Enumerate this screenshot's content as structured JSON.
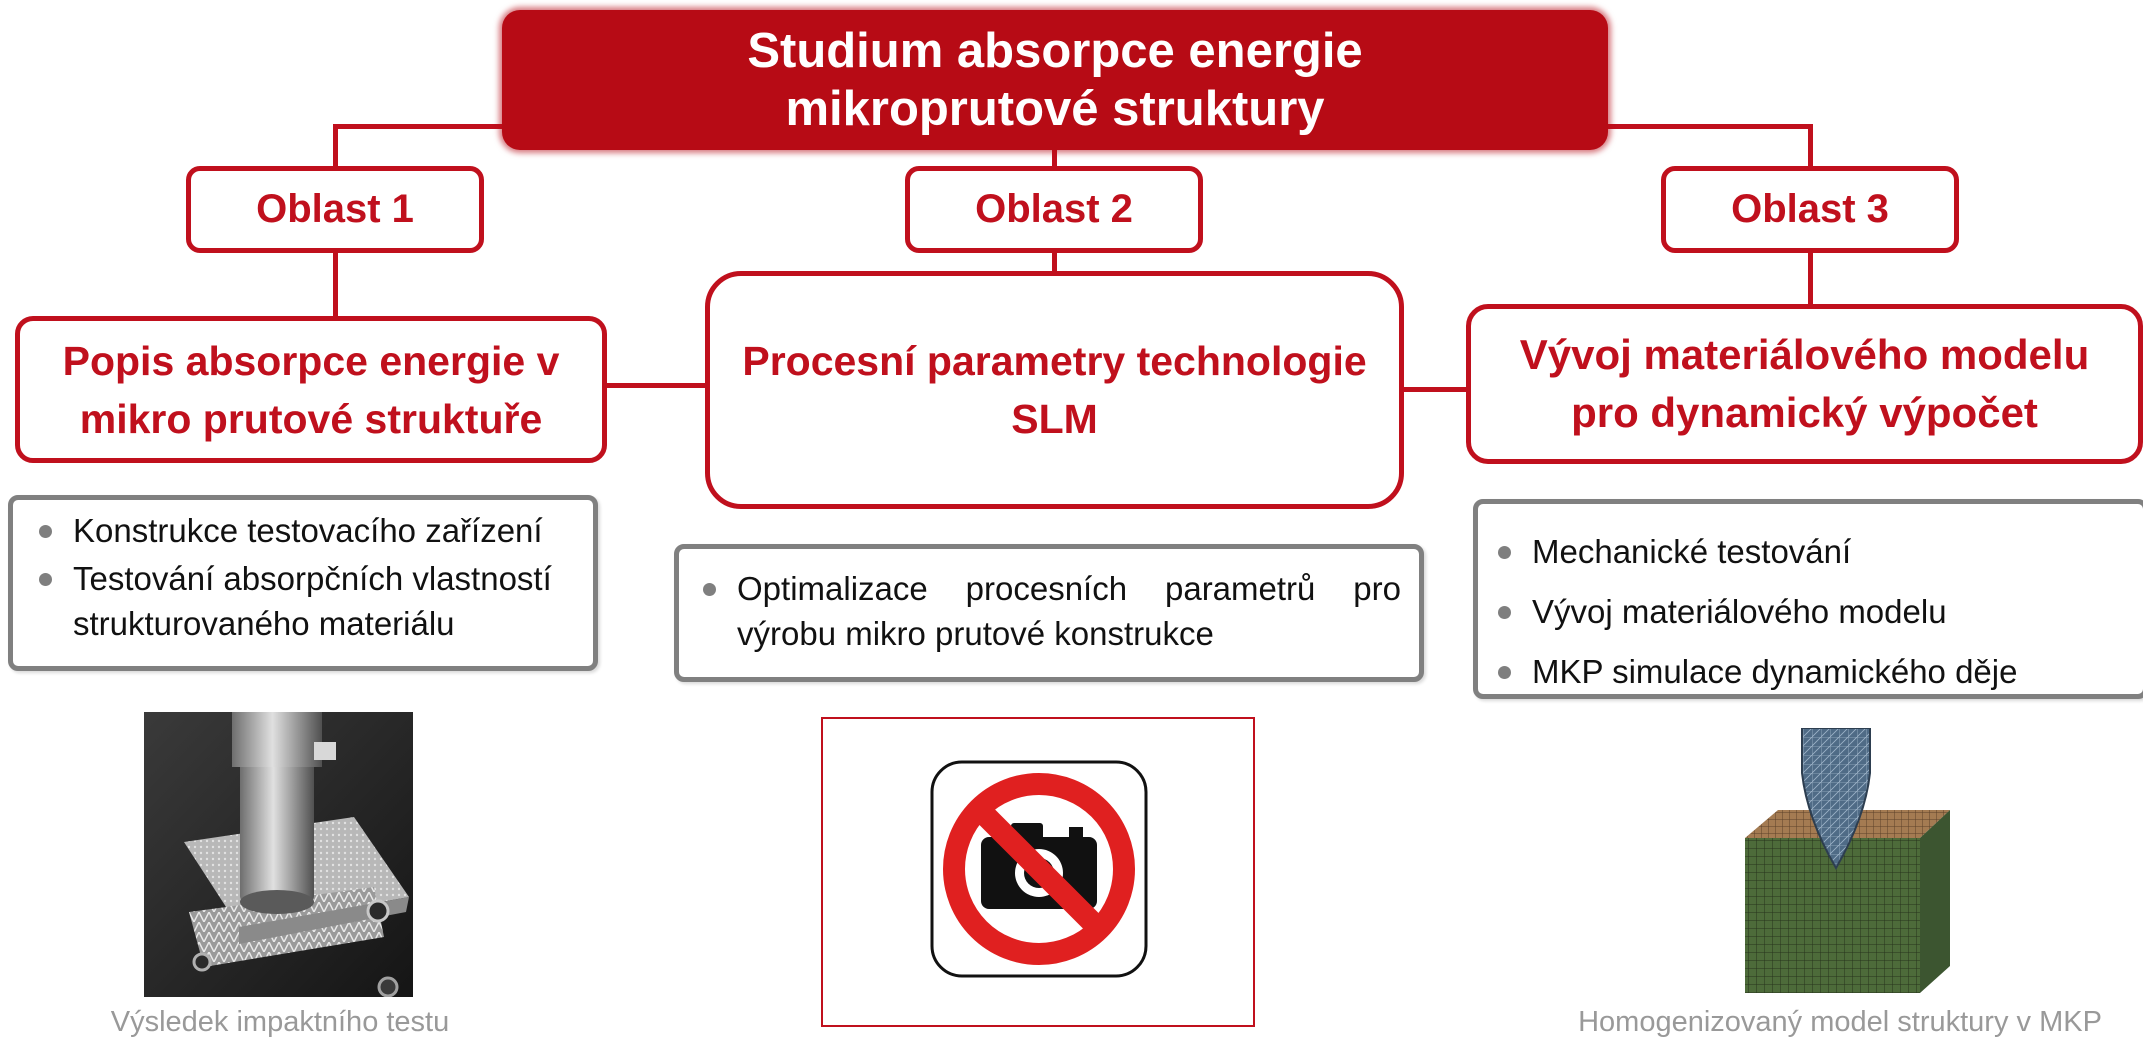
{
  "title": {
    "line1": "Studium absorpce energie",
    "line2": "mikroprutové struktury"
  },
  "areas": [
    {
      "label": "Oblast 1"
    },
    {
      "label": "Oblast 2"
    },
    {
      "label": "Oblast 3"
    }
  ],
  "topics": [
    {
      "line1": "Popis absorpce energie v",
      "line2": "mikro prutové struktuře"
    },
    {
      "line1": "Procesní parametry technologie",
      "line2": "SLM"
    },
    {
      "line1": "Vývoj materiálového modelu",
      "line2": "pro dynamický výpočet"
    }
  ],
  "bullets": {
    "area1": [
      "Konstrukce testovacího zařízení",
      "Testování absorpčních vlastností strukturovaného materiálu"
    ],
    "area2": [
      "Optimalizace procesních parametrů pro výrobu mikro prutové konstrukce"
    ],
    "area3": [
      "Mechanické testování",
      "Vývoj materiálového modelu",
      "MKP simulace dynamického děje"
    ]
  },
  "captions": {
    "area1": "Výsledek impaktního testu",
    "area3": "Homogenizovaný model struktury v MKP"
  },
  "colors": {
    "accent": "#c0101d",
    "title_fill": "#b70b15",
    "bullet_border": "#808080",
    "caption": "#999999"
  },
  "icons": {
    "area2_placeholder": "no-camera-icon"
  }
}
